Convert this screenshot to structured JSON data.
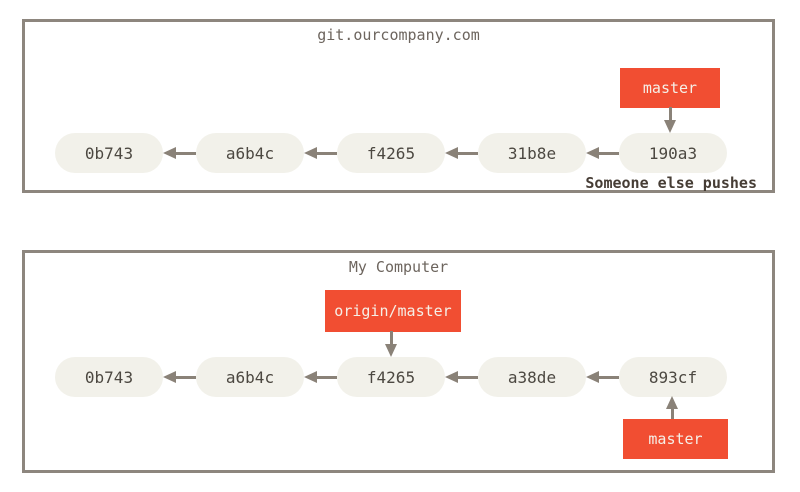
{
  "palette": {
    "background": "#ffffff",
    "box_border": "#8d867e",
    "commit_fill": "#f2f1ea",
    "commit_text": "#4c4841",
    "branch_label_bg": "#f14e32",
    "branch_label_text": "#f5efe7",
    "arrow": "#8a8278",
    "repo_title_text": "#6d655e",
    "caption_text": "#463d35"
  },
  "remote_repo": {
    "title": "git.ourcompany.com",
    "branch_label": "master",
    "commits": [
      "0b743",
      "a6b4c",
      "f4265",
      "31b8e",
      "190a3"
    ],
    "caption": "Someone else pushes"
  },
  "local_repo": {
    "title": "My Computer",
    "remote_tracking_label": "origin/master",
    "branch_label": "master",
    "commits": [
      "0b743",
      "a6b4c",
      "f4265",
      "a38de",
      "893cf"
    ]
  }
}
